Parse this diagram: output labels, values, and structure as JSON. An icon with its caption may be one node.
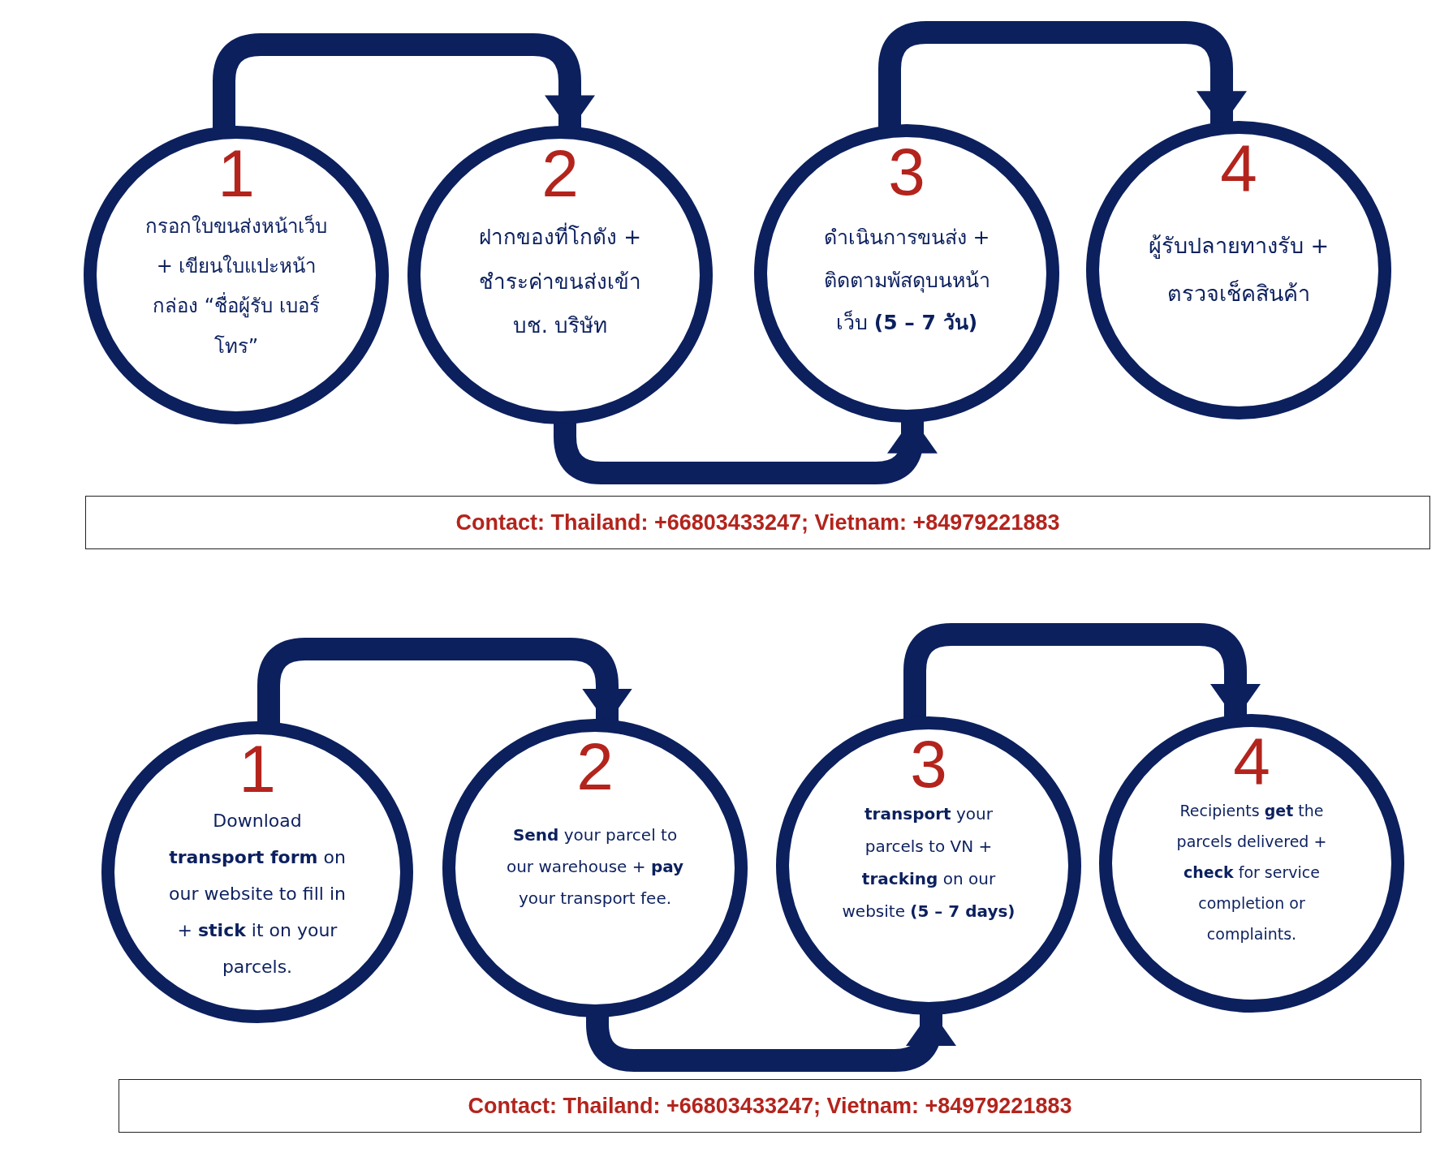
{
  "diagram": {
    "nodes": [
      {
        "text": [
          "1",
          "กรอกใบขนส่งหน้าเว็บ + เขียนใบแปะหน้ากล่อง “ชื่อผู้รับ เบอร์โทร”"
        ]
      },
      {
        "text": [
          "2",
          "ฝากของที่โกดัง + ชำระค่าขนส่งเข้าบช. บริษัท"
        ]
      },
      {
        "text": [
          "3",
          "ดำเนินการขนส่ง + ติดตามพัสดุบนหน้าเว็บ **(5 – 7 วัน)**"
        ]
      },
      {
        "text": [
          "4",
          "ผู้รับปลายทางรับ + ตรวจเช็คสินค้า"
        ]
      },
      {
        "text": [
          "1",
          "Download **transport form** on our website to fill in + **stick** it on your parcels."
        ]
      },
      {
        "text": [
          "2",
          "**Send** your parcel to our warehouse + **pay** your transport fee."
        ]
      },
      {
        "text": [
          "3",
          "**transport** your parcels to VN + **tracking** on our website **(5 – 7 days)**"
        ]
      },
      {
        "text": [
          "4",
          "Recipients **get** the parcels delivered + **check** for service completion or complaints."
        ]
      }
    ],
    "edges": [
      {
        "from": 0,
        "to": 1,
        "arrow": "to"
      },
      {
        "from": 1,
        "to": 2,
        "arrow": "to"
      },
      {
        "from": 2,
        "to": 3,
        "arrow": "to"
      },
      {
        "from": 4,
        "to": 5,
        "arrow": "to"
      },
      {
        "from": 5,
        "to": 6,
        "arrow": "to"
      },
      {
        "from": 6,
        "to": 7,
        "arrow": "to"
      }
    ],
    "labels": [
      "Contact: Thailand: +66803433247; Vietnam: +84979221883",
      "Contact: Thailand: +66803433247; Vietnam: +84979221883"
    ]
  }
}
